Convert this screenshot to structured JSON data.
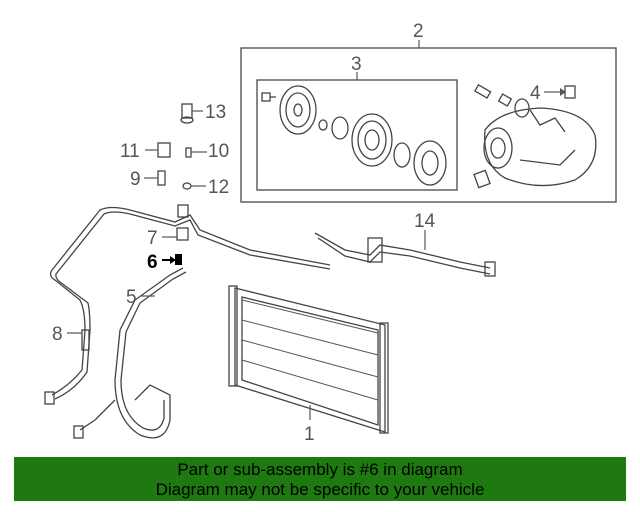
{
  "diagram": {
    "callouts": [
      {
        "id": "1",
        "label": "1"
      },
      {
        "id": "2",
        "label": "2"
      },
      {
        "id": "3",
        "label": "3"
      },
      {
        "id": "4",
        "label": "4"
      },
      {
        "id": "5",
        "label": "5"
      },
      {
        "id": "6",
        "label": "6",
        "highlighted": true
      },
      {
        "id": "7",
        "label": "7"
      },
      {
        "id": "8",
        "label": "8"
      },
      {
        "id": "9",
        "label": "9"
      },
      {
        "id": "10",
        "label": "10"
      },
      {
        "id": "11",
        "label": "11"
      },
      {
        "id": "12",
        "label": "12"
      },
      {
        "id": "13",
        "label": "13"
      },
      {
        "id": "14",
        "label": "14"
      }
    ],
    "colors": {
      "banner": "#1e7a10",
      "line": "#444444",
      "highlight": "#000000"
    }
  },
  "banner": {
    "line1": "Part or sub-assembly is #6 in diagram",
    "line2": "Diagram may not be specific to your vehicle"
  }
}
